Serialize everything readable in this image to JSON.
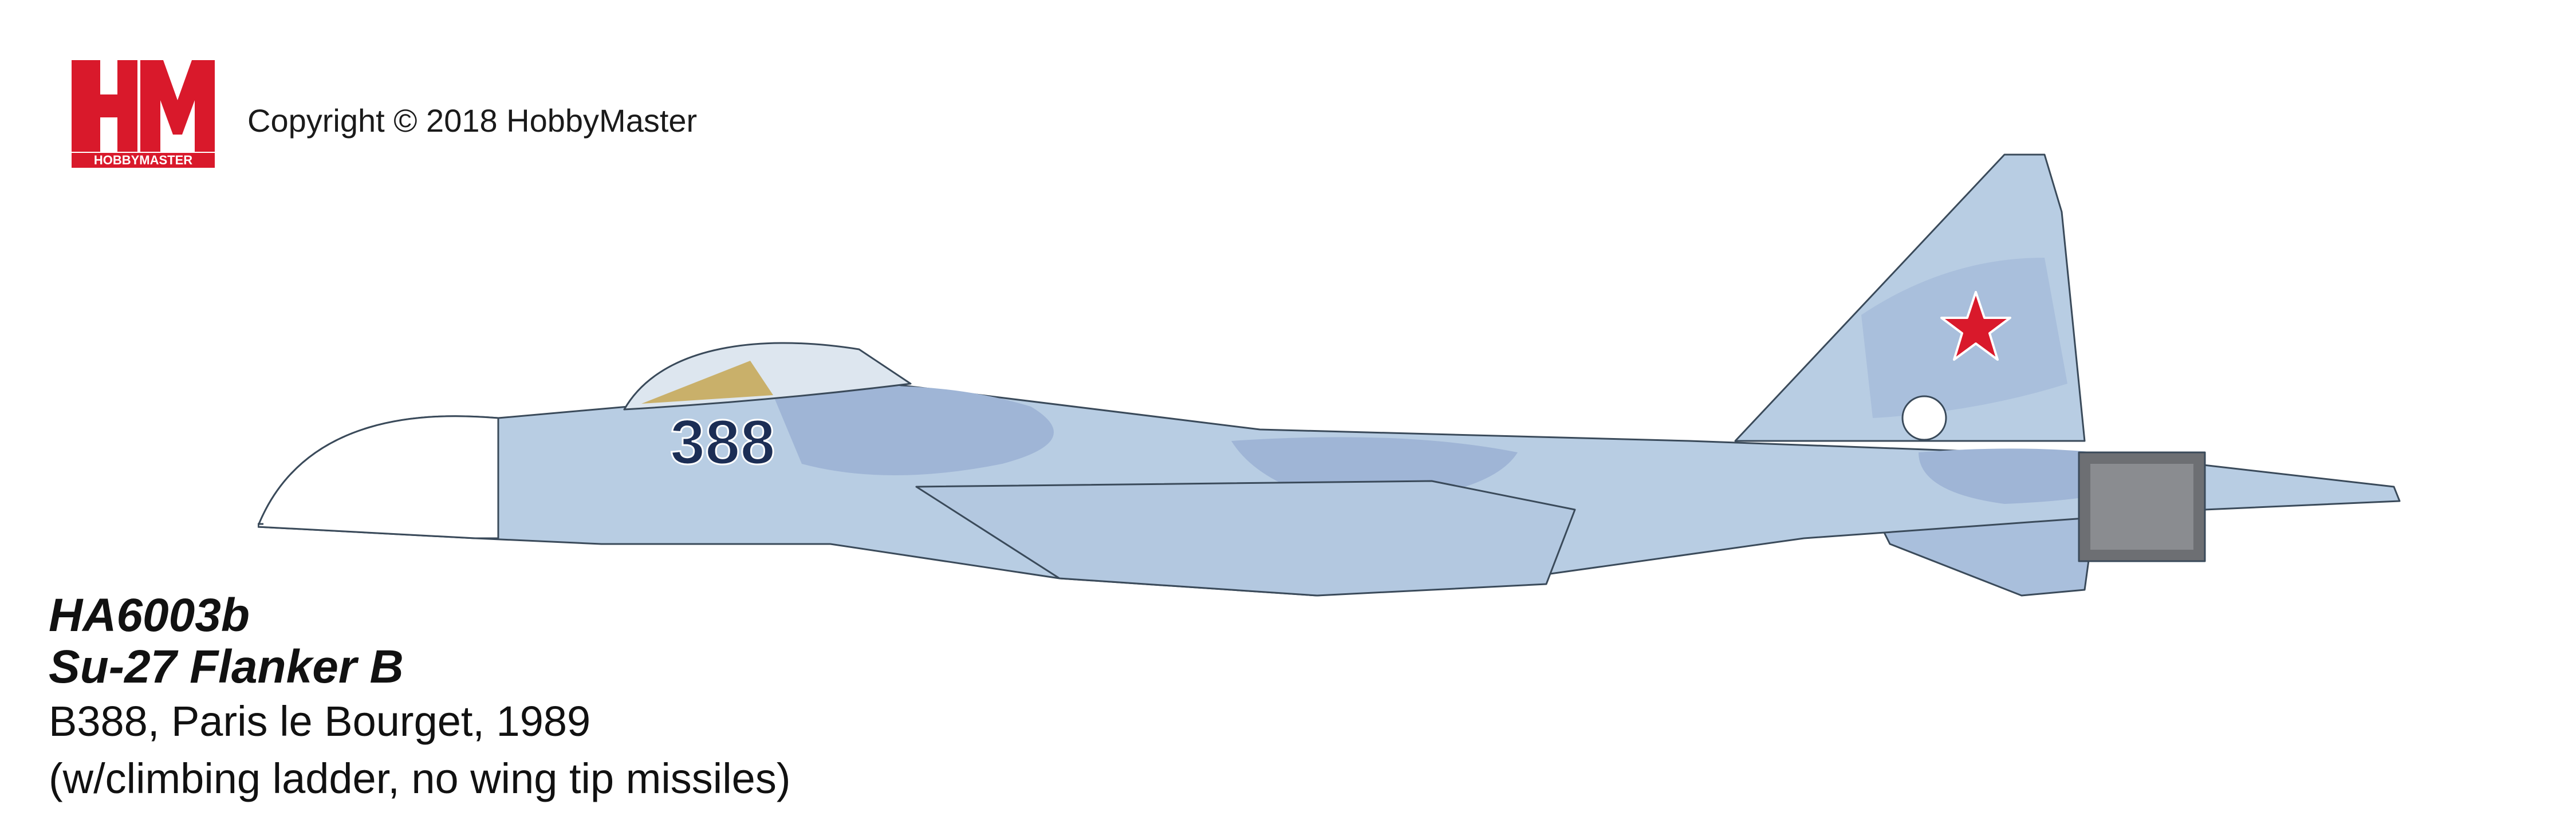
{
  "logo": {
    "letters": "HM",
    "sub": "HOBBYMASTER",
    "brand_color": "#d9192b"
  },
  "copyright": "Copyright © 2018 HobbyMaster",
  "product": {
    "code": "HA6003b",
    "model": "Su-27 Flanker B",
    "description": "B388, Paris le Bourget, 1989",
    "note": "(w/climbing ladder, no wing tip missiles)"
  },
  "aircraft": {
    "side_number": "388",
    "colors": {
      "base": "#b8cde3",
      "camo": "#9fb5d6",
      "outline": "#3a4a5a",
      "radome": "#ffffff",
      "star": "#d9192b",
      "nozzle": "#6d6f73",
      "number": "#1c2e55"
    }
  }
}
